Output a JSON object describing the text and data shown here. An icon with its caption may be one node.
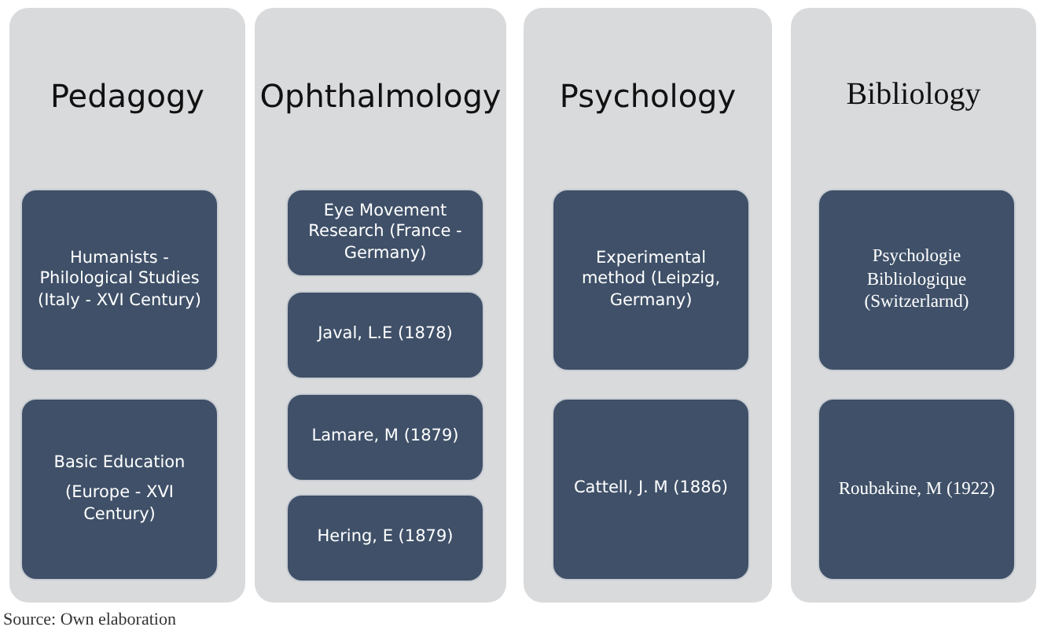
{
  "diagram": {
    "caption": "Source: Own elaboration",
    "nodes": [
      {
        "text": [
          "Pedagogy"
        ]
      },
      {
        "text": [
          "Humanists - Philological Studies (Italy - XVI Century)"
        ],
        "in": 0
      },
      {
        "text": [
          "Basic Education",
          "(Europe - XVI Century)"
        ],
        "in": 0
      },
      {
        "text": [
          "Ophthalmology"
        ]
      },
      {
        "text": [
          "Eye Movement Research (France - Germany)"
        ],
        "in": 3
      },
      {
        "text": [
          "Javal, L.E (1878)"
        ],
        "in": 3
      },
      {
        "text": [
          "Lamare, M (1879)"
        ],
        "in": 3
      },
      {
        "text": [
          "Hering, E (1879)"
        ],
        "in": 3
      },
      {
        "text": [
          "Psychology"
        ]
      },
      {
        "text": [
          "Experimental method (Leipzig, Germany)"
        ],
        "in": 8
      },
      {
        "text": [
          "Cattell, J. M (1886)"
        ],
        "in": 8
      },
      {
        "text": [
          "Bibliology"
        ]
      },
      {
        "text": [
          "Psychologie Bibliologique (Switzerlarnd)"
        ],
        "in": 11
      },
      {
        "text": [
          "Roubakine, M (1922)"
        ],
        "in": 11
      }
    ]
  }
}
